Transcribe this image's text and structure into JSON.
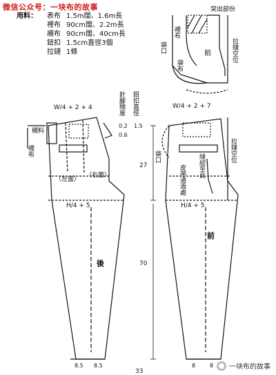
{
  "header": {
    "wechat_title": "微信公众号：一块布的故事"
  },
  "materials": {
    "label": "用料：",
    "items": [
      {
        "name": "表布",
        "spec": "1.5m闊、1.6m長"
      },
      {
        "name": "裡布",
        "spec": "90cm闊、2.2m長"
      },
      {
        "name": "襯布",
        "spec": "90cm闊、40cm長"
      },
      {
        "name": "鈕扣",
        "spec": "1.5cm直徑3個"
      },
      {
        "name": "拉鏈",
        "spec": "1條"
      }
    ]
  },
  "labels": {
    "tuck_out": "突出部份",
    "lining_cloth": "裡布",
    "front": "前",
    "back": "後",
    "zipper_position": "拉鏈空位",
    "pocket_mouth": "袋口",
    "pocket_cloth": "袋布",
    "interfacing": "襯料",
    "lining": "裡布",
    "left_side": "（左面）",
    "right_side": "（右面）",
    "stitch_width": "針腳闊度",
    "button_diameter": "鈕扣直徑",
    "stitch_value": "0.2",
    "button_value": "1.5",
    "extra_value": "0.6",
    "belt_loop": "皮帶通過處",
    "sew_to_here": "縫紉至此",
    "formula_back_top": "W/4 + 2 + 4",
    "formula_front_top": "W/4 + 2 + 7",
    "formula_hip": "H/4 + 5",
    "dim_27": "27",
    "dim_70": "70",
    "hem_back": "8.5",
    "hem_front": "8",
    "page_number": "33"
  },
  "watermark": {
    "text": "一块布的故事",
    "icon": "wechat-icon"
  }
}
